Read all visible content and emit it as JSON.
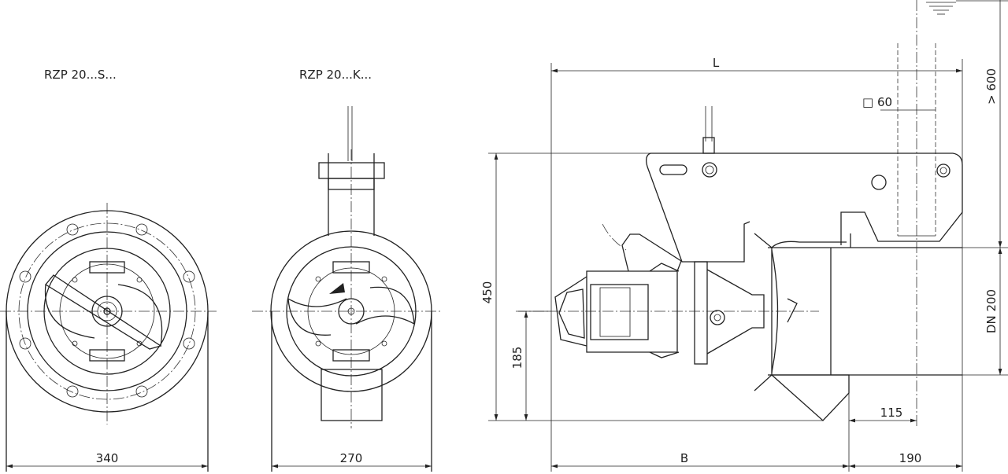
{
  "views": {
    "s_variant_title": "RZP 20...S...",
    "k_variant_title": "RZP 20...K..."
  },
  "dimensions": {
    "s_width": "340",
    "k_width": "270",
    "length": "L",
    "base": "B",
    "offset_190": "190",
    "height_450": "450",
    "axis_185": "185",
    "offset_115": "115",
    "nozzle": "DN 200",
    "submersion": "> 600",
    "guide_tube": "□ 60"
  }
}
